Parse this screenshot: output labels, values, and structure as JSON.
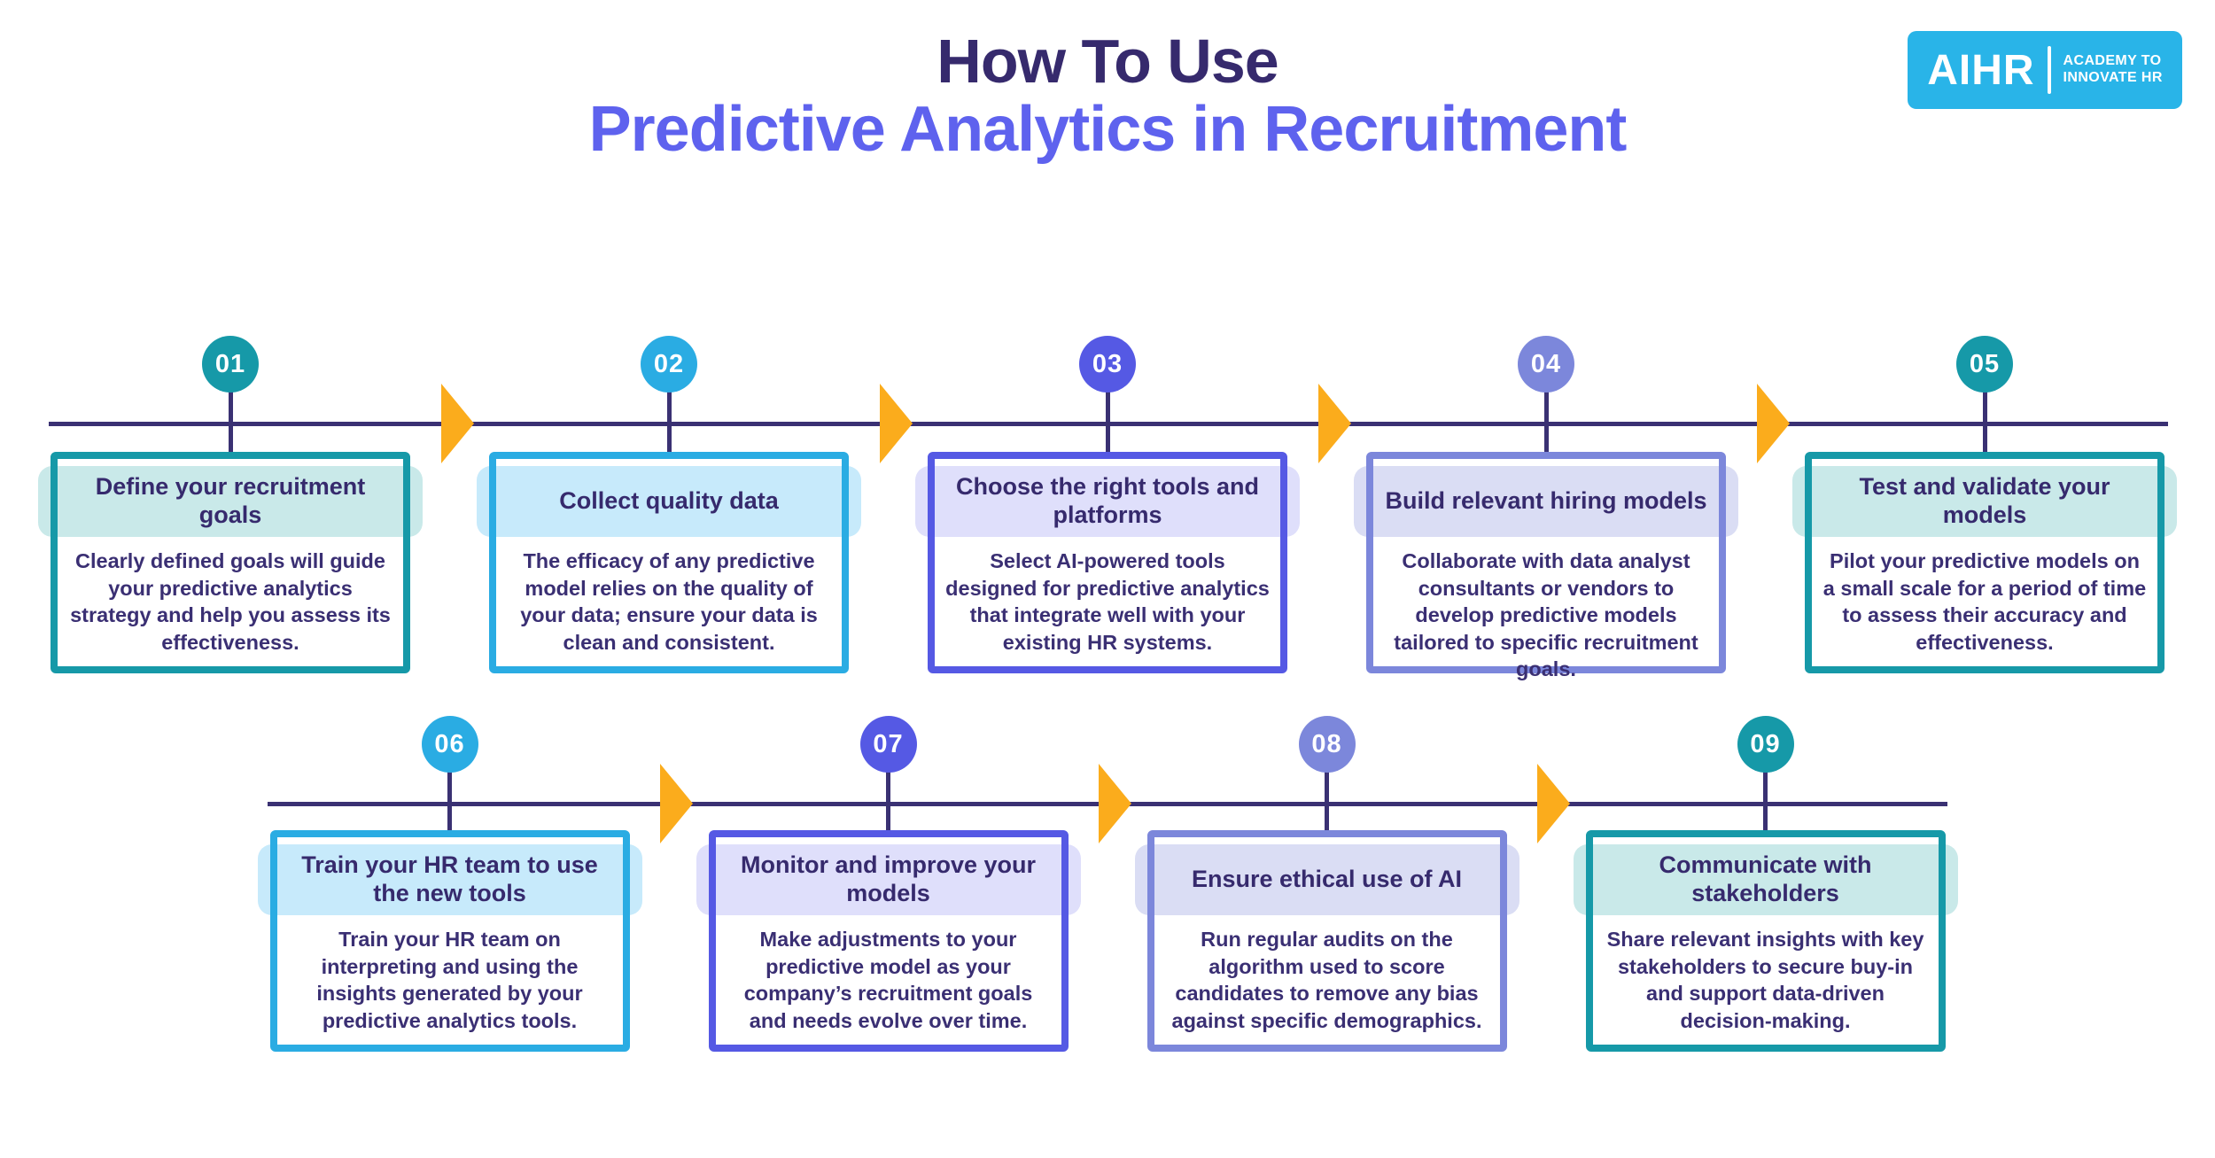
{
  "header": {
    "title_line1": "How To Use",
    "title_line2": "Predictive Analytics in Recruitment",
    "logo": {
      "brand": "AIHR",
      "tagline_line1": "ACADEMY TO",
      "tagline_line2": "INNOVATE HR"
    }
  },
  "colors": {
    "title_text": "#362A6D",
    "subtitle_text": "#5E62EE",
    "body_text": "#3A2F73",
    "timeline": "#3A3173",
    "arrow": "#FBAC1C",
    "logo_bg": "#29B4E8",
    "themes": {
      "teal": {
        "accent": "#1699A8",
        "light": "#C9E9E9"
      },
      "cyan": {
        "accent": "#2AACE3",
        "light": "#C7EAFB"
      },
      "indigo": {
        "accent": "#5559E4",
        "light": "#DFDFFB"
      },
      "periwinkle": {
        "accent": "#7C87DB",
        "light": "#DADDF4"
      }
    }
  },
  "steps": [
    {
      "number": "01",
      "theme": "teal",
      "title": "Define your recruitment goals",
      "description": "Clearly defined goals will guide your predictive analytics strategy and help you assess its effectiveness."
    },
    {
      "number": "02",
      "theme": "cyan",
      "title": "Collect quality data",
      "description": "The efficacy of any predictive model relies on the quality of your data; ensure your data is clean and consistent."
    },
    {
      "number": "03",
      "theme": "indigo",
      "title": "Choose the right tools and platforms",
      "description": "Select AI-powered tools designed for predictive analytics that integrate well with your existing HR systems."
    },
    {
      "number": "04",
      "theme": "periwinkle",
      "title": "Build relevant hiring models",
      "description": "Collaborate with data analyst consultants or vendors to develop predictive models tailored to specific recruitment goals."
    },
    {
      "number": "05",
      "theme": "teal",
      "title": "Test and validate your models",
      "description": "Pilot your predictive models on a small scale for a period of time to assess their accuracy and effectiveness."
    },
    {
      "number": "06",
      "theme": "cyan",
      "title": "Train your HR team to use the new tools",
      "description": "Train your HR team on interpreting and using the insights generated by your predictive analytics tools."
    },
    {
      "number": "07",
      "theme": "indigo",
      "title": "Monitor and improve your models",
      "description": "Make adjustments to your predictive model as your company’s recruitment goals and needs evolve over time."
    },
    {
      "number": "08",
      "theme": "periwinkle",
      "title": "Ensure ethical use of AI",
      "description": "Run regular audits on the algorithm used to score candidates to remove any bias against specific demographics."
    },
    {
      "number": "09",
      "theme": "teal",
      "title": "Communicate with stakeholders",
      "description": "Share relevant insights with key stakeholders to secure buy-in and  support data-driven decision-making."
    }
  ]
}
